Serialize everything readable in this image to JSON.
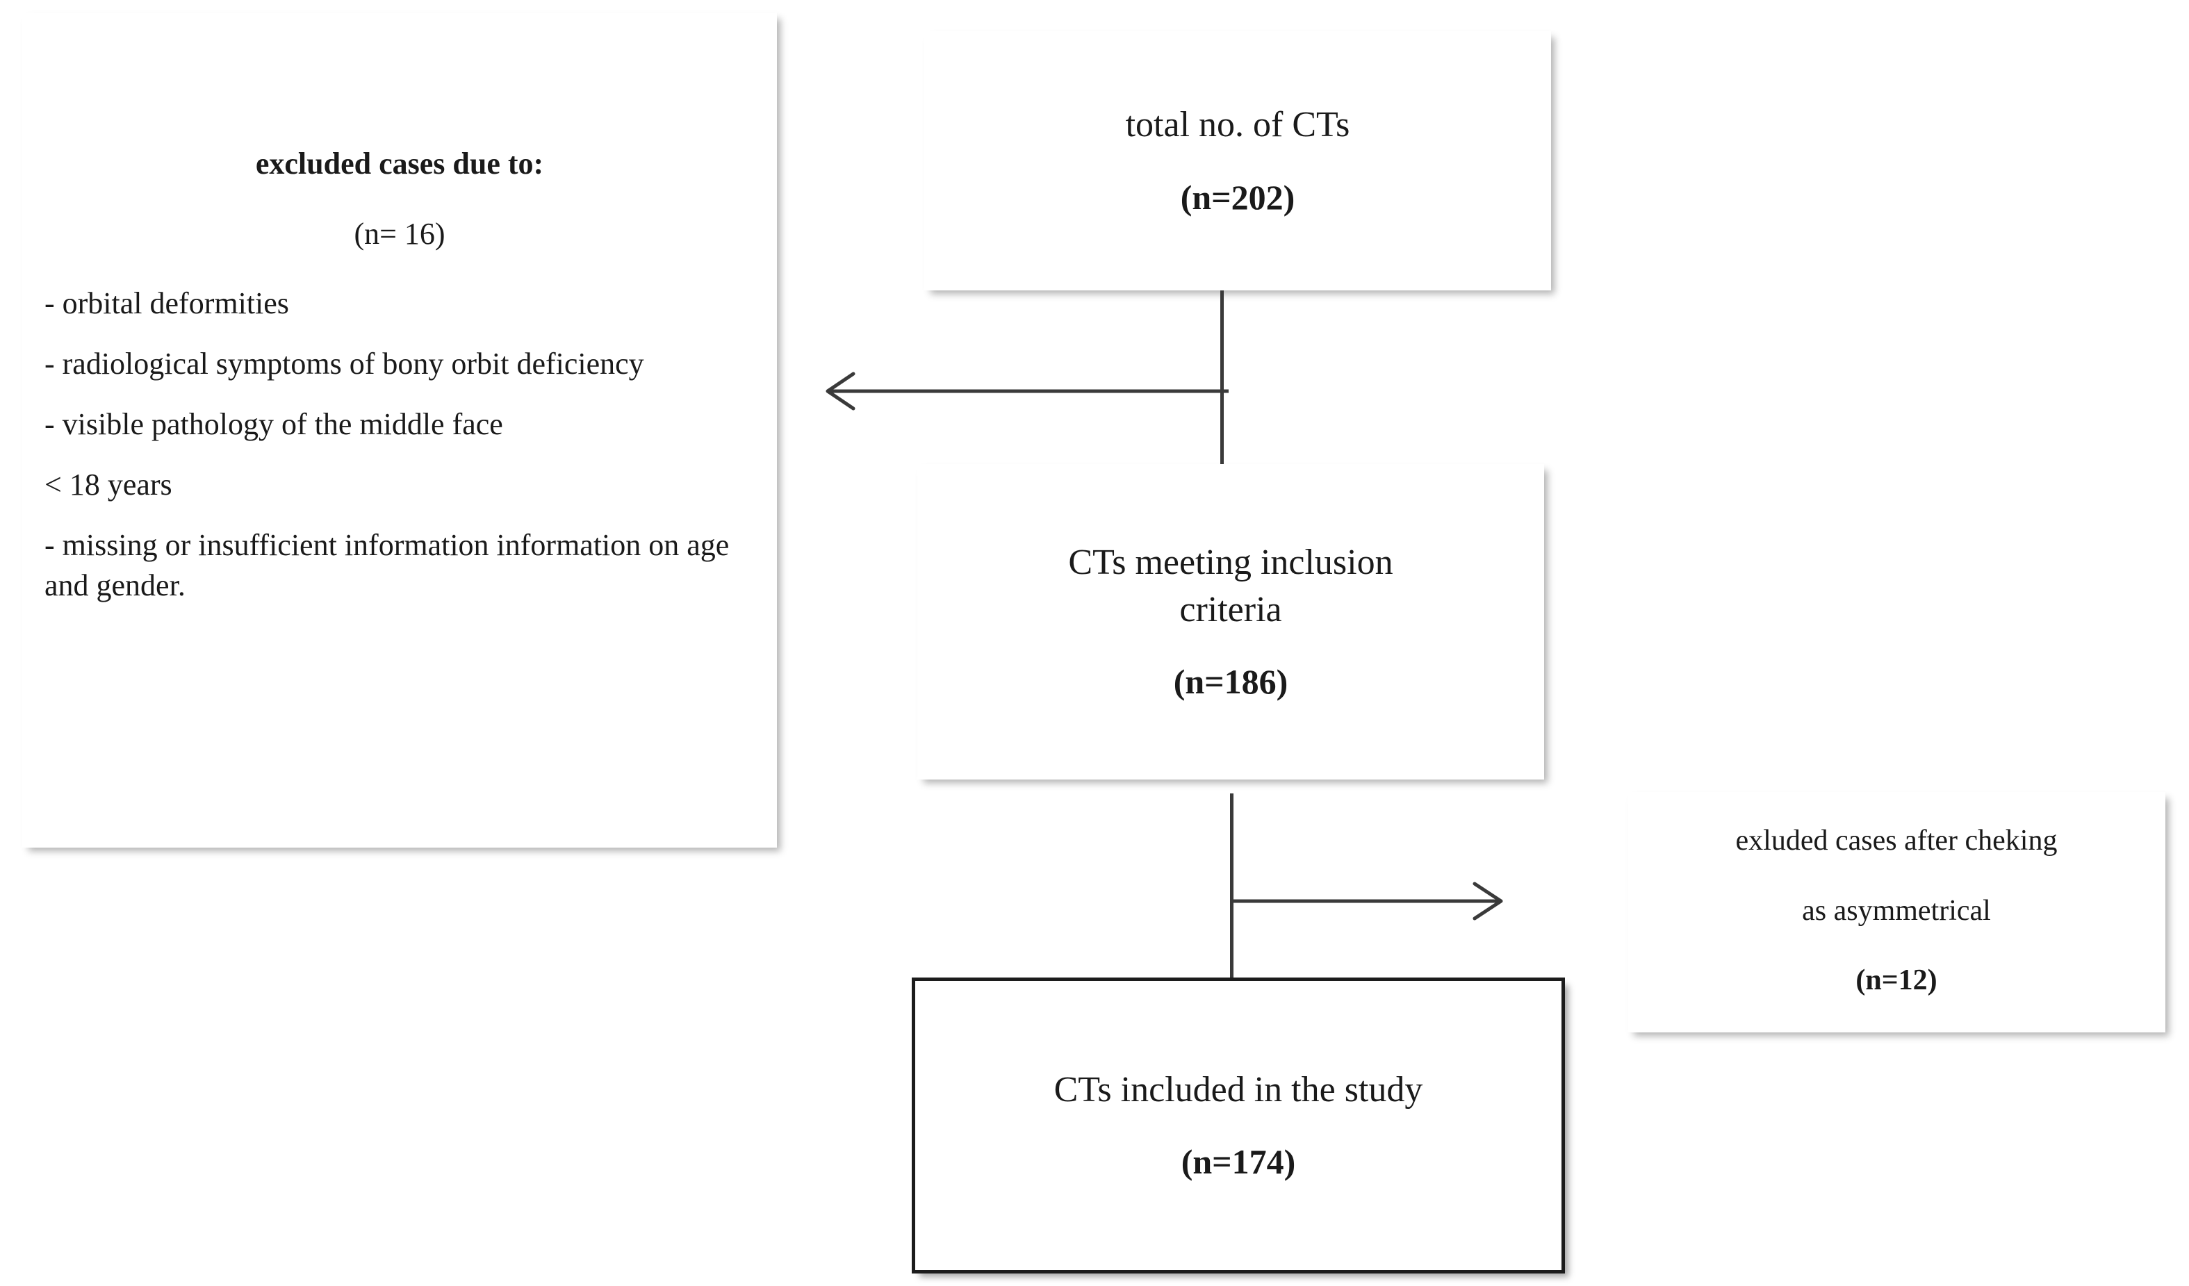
{
  "diagram": {
    "title": "CT study selection flowchart",
    "accent_color": "#1c1c1c",
    "line_color": "#3a3a3a",
    "background": "#ffffff"
  },
  "excluded_panel": {
    "heading": "excluded cases due to:",
    "count": "(n= 16)",
    "reasons": [
      "- orbital deformities",
      "- radiological symptoms of bony orbit deficiency",
      "- visible pathology of the middle face",
      " < 18 years",
      "- missing or insufficient information information on age and gender."
    ]
  },
  "nodes": {
    "total": {
      "title": "total no. of CTs",
      "count": "(n=202)"
    },
    "inclusion": {
      "title_line1": "CTs meeting inclusion",
      "title_line2": "criteria",
      "count": "(n=186)"
    },
    "included": {
      "title": "CTs included in the study",
      "count": "(n=174)"
    },
    "asymmetrical": {
      "line1": "exluded cases after cheking",
      "line2": "as asymmetrical",
      "count": "(n=12)"
    }
  },
  "chart_data": {
    "type": "flowchart",
    "title": "CT study selection flowchart",
    "nodes": [
      {
        "id": "total",
        "label": "total no. of CTs",
        "n": 202
      },
      {
        "id": "inclusion",
        "label": "CTs meeting inclusion criteria",
        "n": 186
      },
      {
        "id": "included",
        "label": "CTs included in the study",
        "n": 174
      },
      {
        "id": "excluded_criteria",
        "label": "excluded cases due to:",
        "n": 16
      },
      {
        "id": "excluded_asym",
        "label": "exluded cases after cheking as asymmetrical",
        "n": 12
      }
    ],
    "edges": [
      {
        "from": "total",
        "to": "inclusion",
        "type": "vertical"
      },
      {
        "from": "total",
        "to": "excluded_criteria",
        "type": "arrow-left"
      },
      {
        "from": "inclusion",
        "to": "included",
        "type": "vertical"
      },
      {
        "from": "inclusion",
        "to": "excluded_asym",
        "type": "arrow-right"
      }
    ]
  }
}
